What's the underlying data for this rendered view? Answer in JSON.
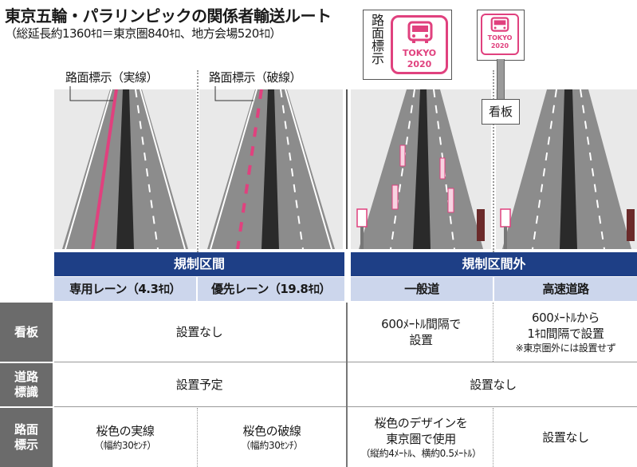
{
  "title": "東京五輪・パラリンピックの関係者輸送ルート",
  "subtitle": "（総延長約1360ｷﾛ＝東京圏840ｷﾛ、地方会場520ｷﾛ）",
  "callouts": {
    "solid": "路面標示（実線）",
    "dashed": "路面標示（破線）",
    "road_marking": "路面標示",
    "signboard": "看板"
  },
  "sign_text": {
    "line1": "TOKYO",
    "line2": "2020"
  },
  "headers": {
    "regulated": "規制区間",
    "non_regulated": "規制区間外",
    "dedicated_lane": "専用レーン（4.3ｷﾛ）",
    "priority_lane": "優先レーン（19.8ｷﾛ）",
    "general_road": "一般道",
    "expressway": "高速道路"
  },
  "rows": {
    "signboard": {
      "label": "看板",
      "regulated": "設置なし",
      "general": [
        "600ﾒｰﾄﾙ間隔で",
        "設置"
      ],
      "expressway": [
        "600ﾒｰﾄﾙから",
        "1ｷﾛ間隔で設置"
      ],
      "expressway_note": "※東京圏外には設置せず"
    },
    "road_sign": {
      "label": [
        "道路",
        "標識"
      ],
      "regulated": "設置予定",
      "non_regulated": "設置なし"
    },
    "marking": {
      "label": [
        "路面",
        "標示"
      ],
      "dedicated": "桜色の実線",
      "dedicated_note": "（幅約30ｾﾝﾁ）",
      "priority": "桜色の破線",
      "priority_note": "（幅約30ｾﾝﾁ）",
      "general": [
        "桜色のデザインを",
        "東京圏で使用"
      ],
      "general_note": "（縦約4ﾒｰﾄﾙ、横約0.5ﾒｰﾄﾙ）",
      "expressway": "設置なし"
    }
  },
  "colors": {
    "pink": "#e0417e",
    "navy": "#1e3f86",
    "light_blue": "#ccd6ec",
    "row_header_gray": "#6b6b6b"
  }
}
